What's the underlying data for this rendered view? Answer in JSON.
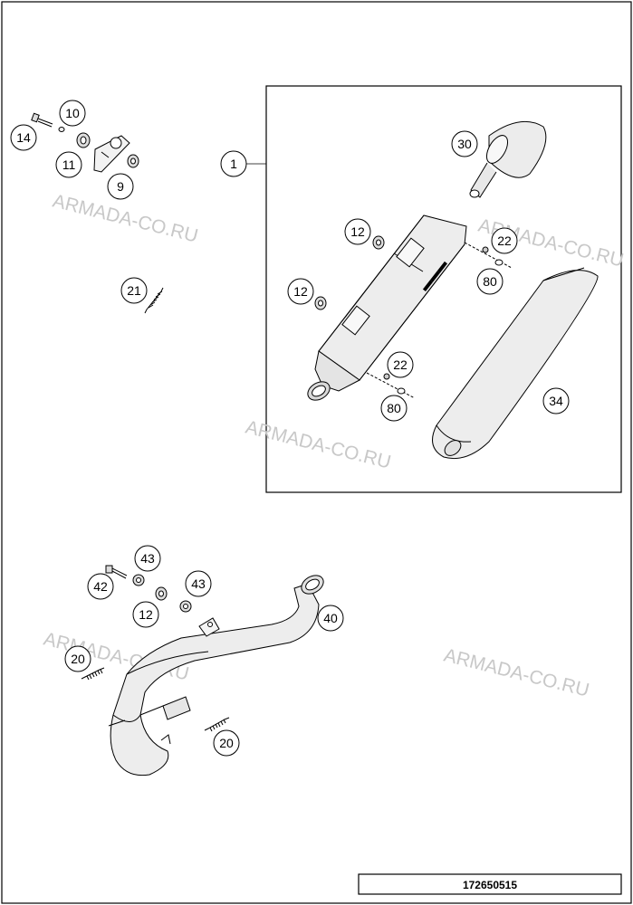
{
  "diagram": {
    "document_number": "172650515",
    "watermark_text": "ARMADA-CO.RU",
    "callouts": {
      "c14": "14",
      "c10": "10",
      "c11": "11",
      "c9": "9",
      "c21": "21",
      "c1": "1",
      "c30": "30",
      "c12a": "12",
      "c22a": "22",
      "c80a": "80",
      "c12b": "12",
      "c22b": "22",
      "c80b": "80",
      "c34": "34",
      "c43a": "43",
      "c42": "42",
      "c43b": "43",
      "c12c": "12",
      "c40": "40",
      "c20a": "20",
      "c20b": "20"
    }
  }
}
